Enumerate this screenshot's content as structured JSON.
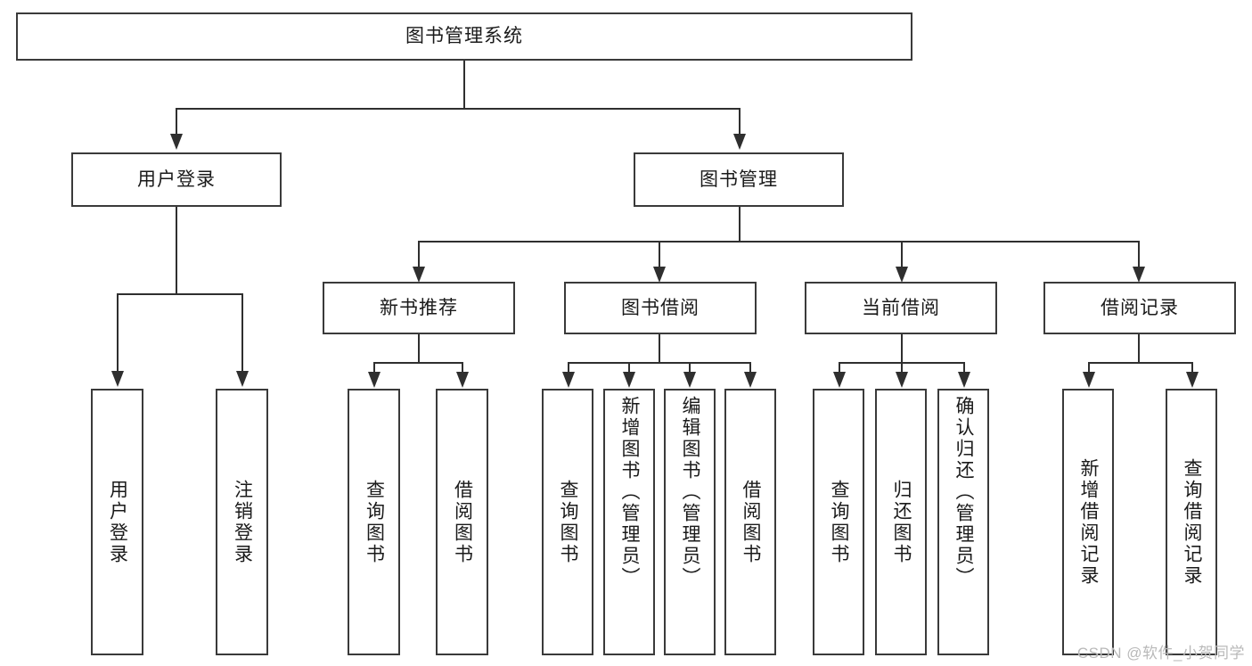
{
  "diagram": {
    "title": "图书管理系统",
    "type": "hierarchy-tree",
    "root": {
      "label": "图书管理系统"
    },
    "level1": [
      {
        "label": "用户登录"
      },
      {
        "label": "图书管理"
      }
    ],
    "level2": [
      {
        "label": "新书推荐"
      },
      {
        "label": "图书借阅"
      },
      {
        "label": "当前借阅"
      },
      {
        "label": "借阅记录"
      }
    ],
    "leaves": {
      "user_login": [
        {
          "label": "用户登录"
        },
        {
          "label": "注销登录"
        }
      ],
      "new_book_recommend": [
        {
          "label": "查询图书"
        },
        {
          "label": "借阅图书"
        }
      ],
      "book_borrow": [
        {
          "label": "查询图书"
        },
        {
          "label": "新增图书（管理员）"
        },
        {
          "label": "编辑图书（管理员）"
        },
        {
          "label": "借阅图书"
        }
      ],
      "current_borrow": [
        {
          "label": "查询图书"
        },
        {
          "label": "归还图书"
        },
        {
          "label": "确认归还（管理员）"
        }
      ],
      "borrow_record": [
        {
          "label": "新增借阅记录"
        },
        {
          "label": "查询借阅记录"
        }
      ]
    }
  },
  "watermark": {
    "text": "CSDN @软件_小贺同学"
  },
  "colors": {
    "border": "#3a3a3a",
    "edge": "#2f2f2f",
    "background": "#ffffff",
    "text": "#1a1a1a",
    "watermark": "#b9b9b9"
  }
}
